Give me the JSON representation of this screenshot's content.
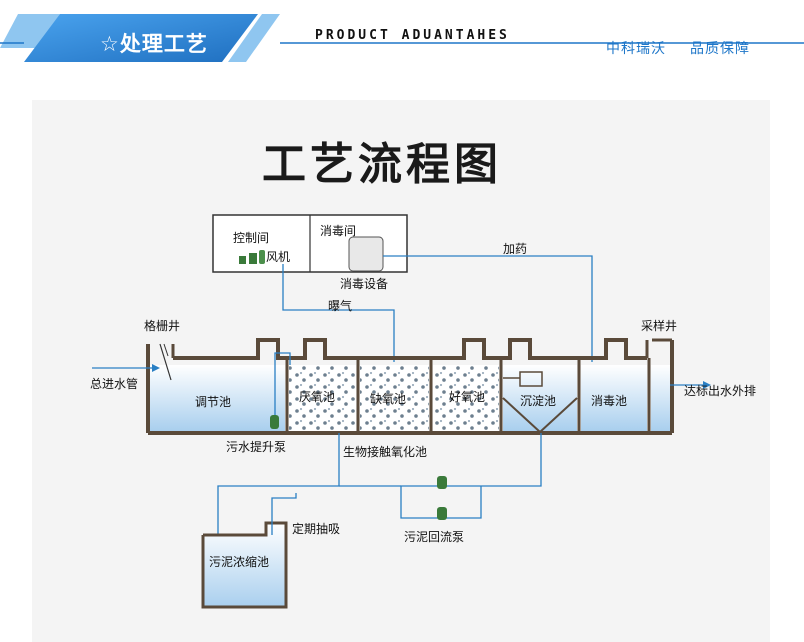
{
  "header": {
    "section_title": "处理工艺",
    "star_icon": "star-outline-icon",
    "advantages_caption": "PRODUCT ADUANTAHES",
    "brand": "中科瑞沃",
    "slogan": "品质保障",
    "accent_color": "#1f77c9",
    "banner_color": "#2d86d6"
  },
  "diagram": {
    "title": "工艺流程图",
    "control_room": "控制间",
    "disinfection_room": "消毒间",
    "blower": "风机",
    "disinfection_equipment": "消毒设备",
    "dosing": "加药",
    "aeration": "曝气",
    "screen_well": "格栅井",
    "sampling_well": "采样井",
    "influent": "总进水管",
    "effluent": "达标出水外排",
    "tanks": {
      "equalization": "调节池",
      "anaerobic": "厌氧池",
      "anoxic": "缺氧池",
      "aerobic": "好氧池",
      "sedimentation": "沉淀池",
      "disinfection": "消毒池"
    },
    "lift_pump": "污水提升泵",
    "biocontact": "生物接触氧化池",
    "sludge_thickener": "污泥浓缩池",
    "periodic_pumping": "定期抽吸",
    "sludge_return_pump": "污泥回流泵"
  }
}
